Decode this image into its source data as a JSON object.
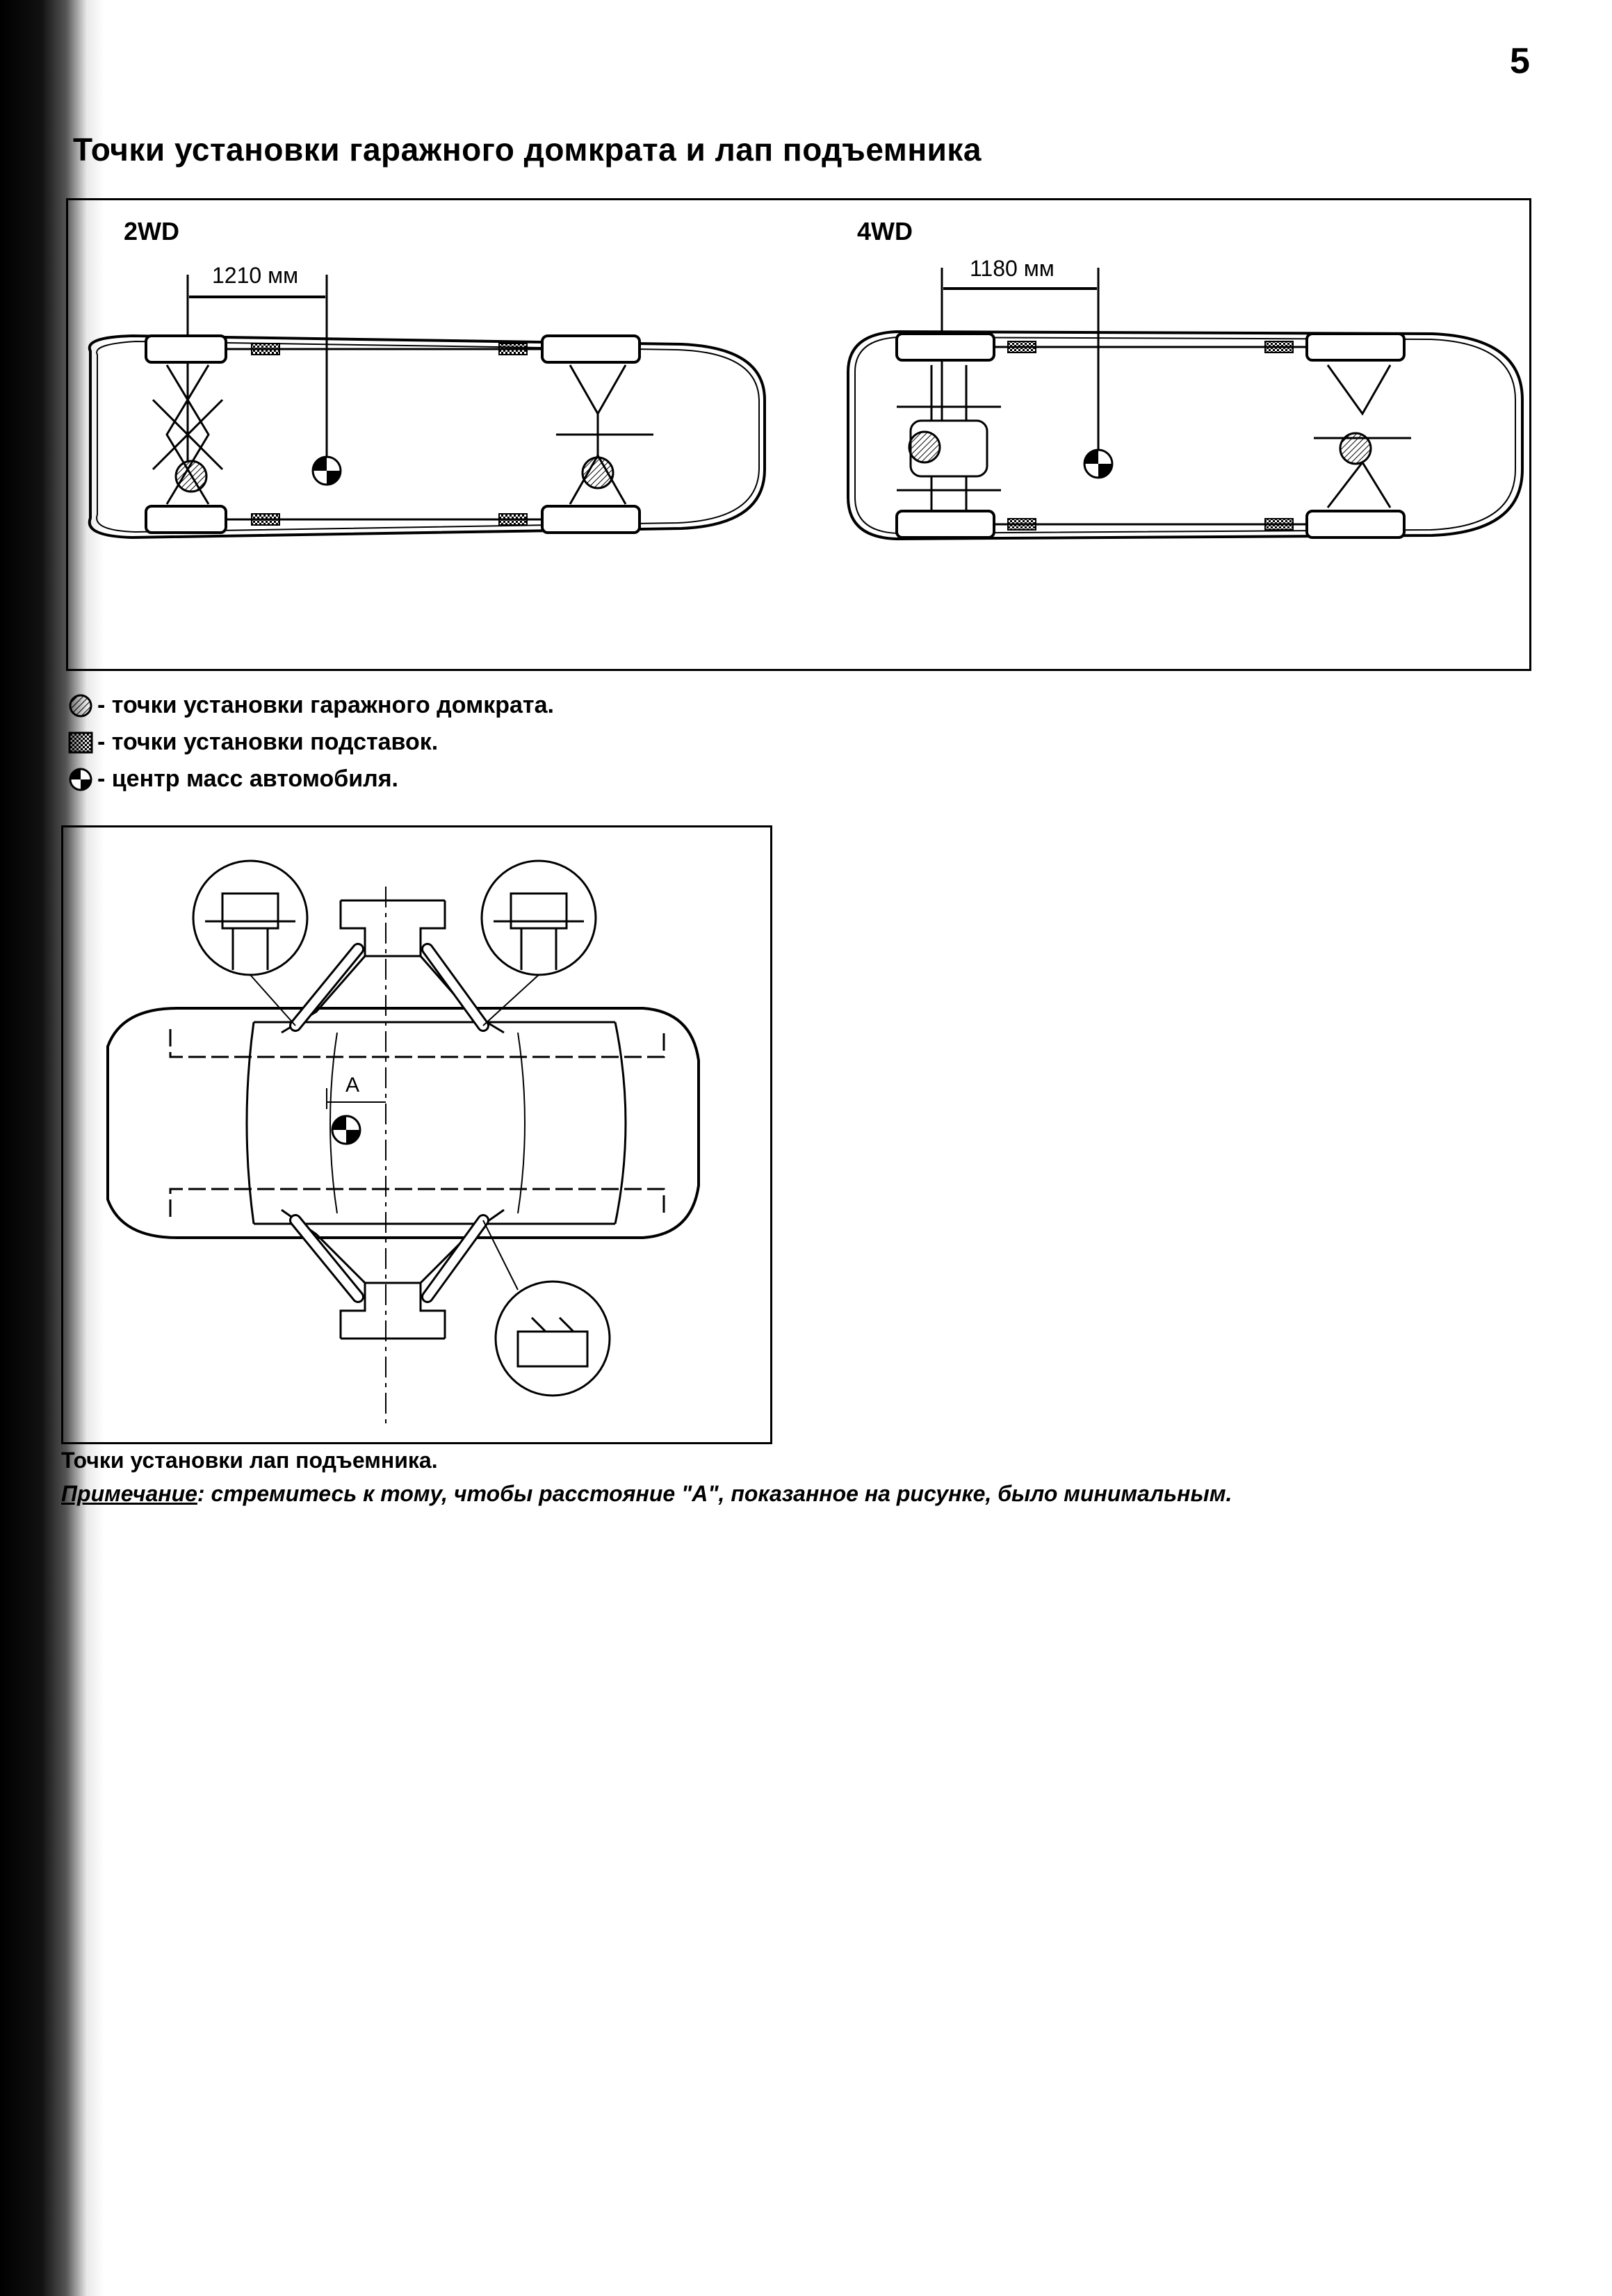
{
  "page_number": "5",
  "title": "Точки установки гаражного домкрата и лап подъемника",
  "top_figure": {
    "variant_2wd": {
      "label": "2WD",
      "dimension": "1210 мм"
    },
    "variant_4wd": {
      "label": "4WD",
      "dimension": "1180 мм"
    }
  },
  "legend": [
    {
      "icon": "hatched-circle-icon",
      "text": "- точки установки гаражного домкрата."
    },
    {
      "icon": "hatched-square-icon",
      "text": "- точки установки подставок."
    },
    {
      "icon": "center-of-mass-icon",
      "text": "- центр масс автомобиля."
    }
  ],
  "bottom_figure": {
    "dimension_label": "A"
  },
  "caption": "Точки установки лап подъемника.",
  "note": {
    "label": "Примечание",
    "text": ": стремитесь к тому, чтобы расстояние \"A\", показанное на рисунке, было минимальным."
  }
}
